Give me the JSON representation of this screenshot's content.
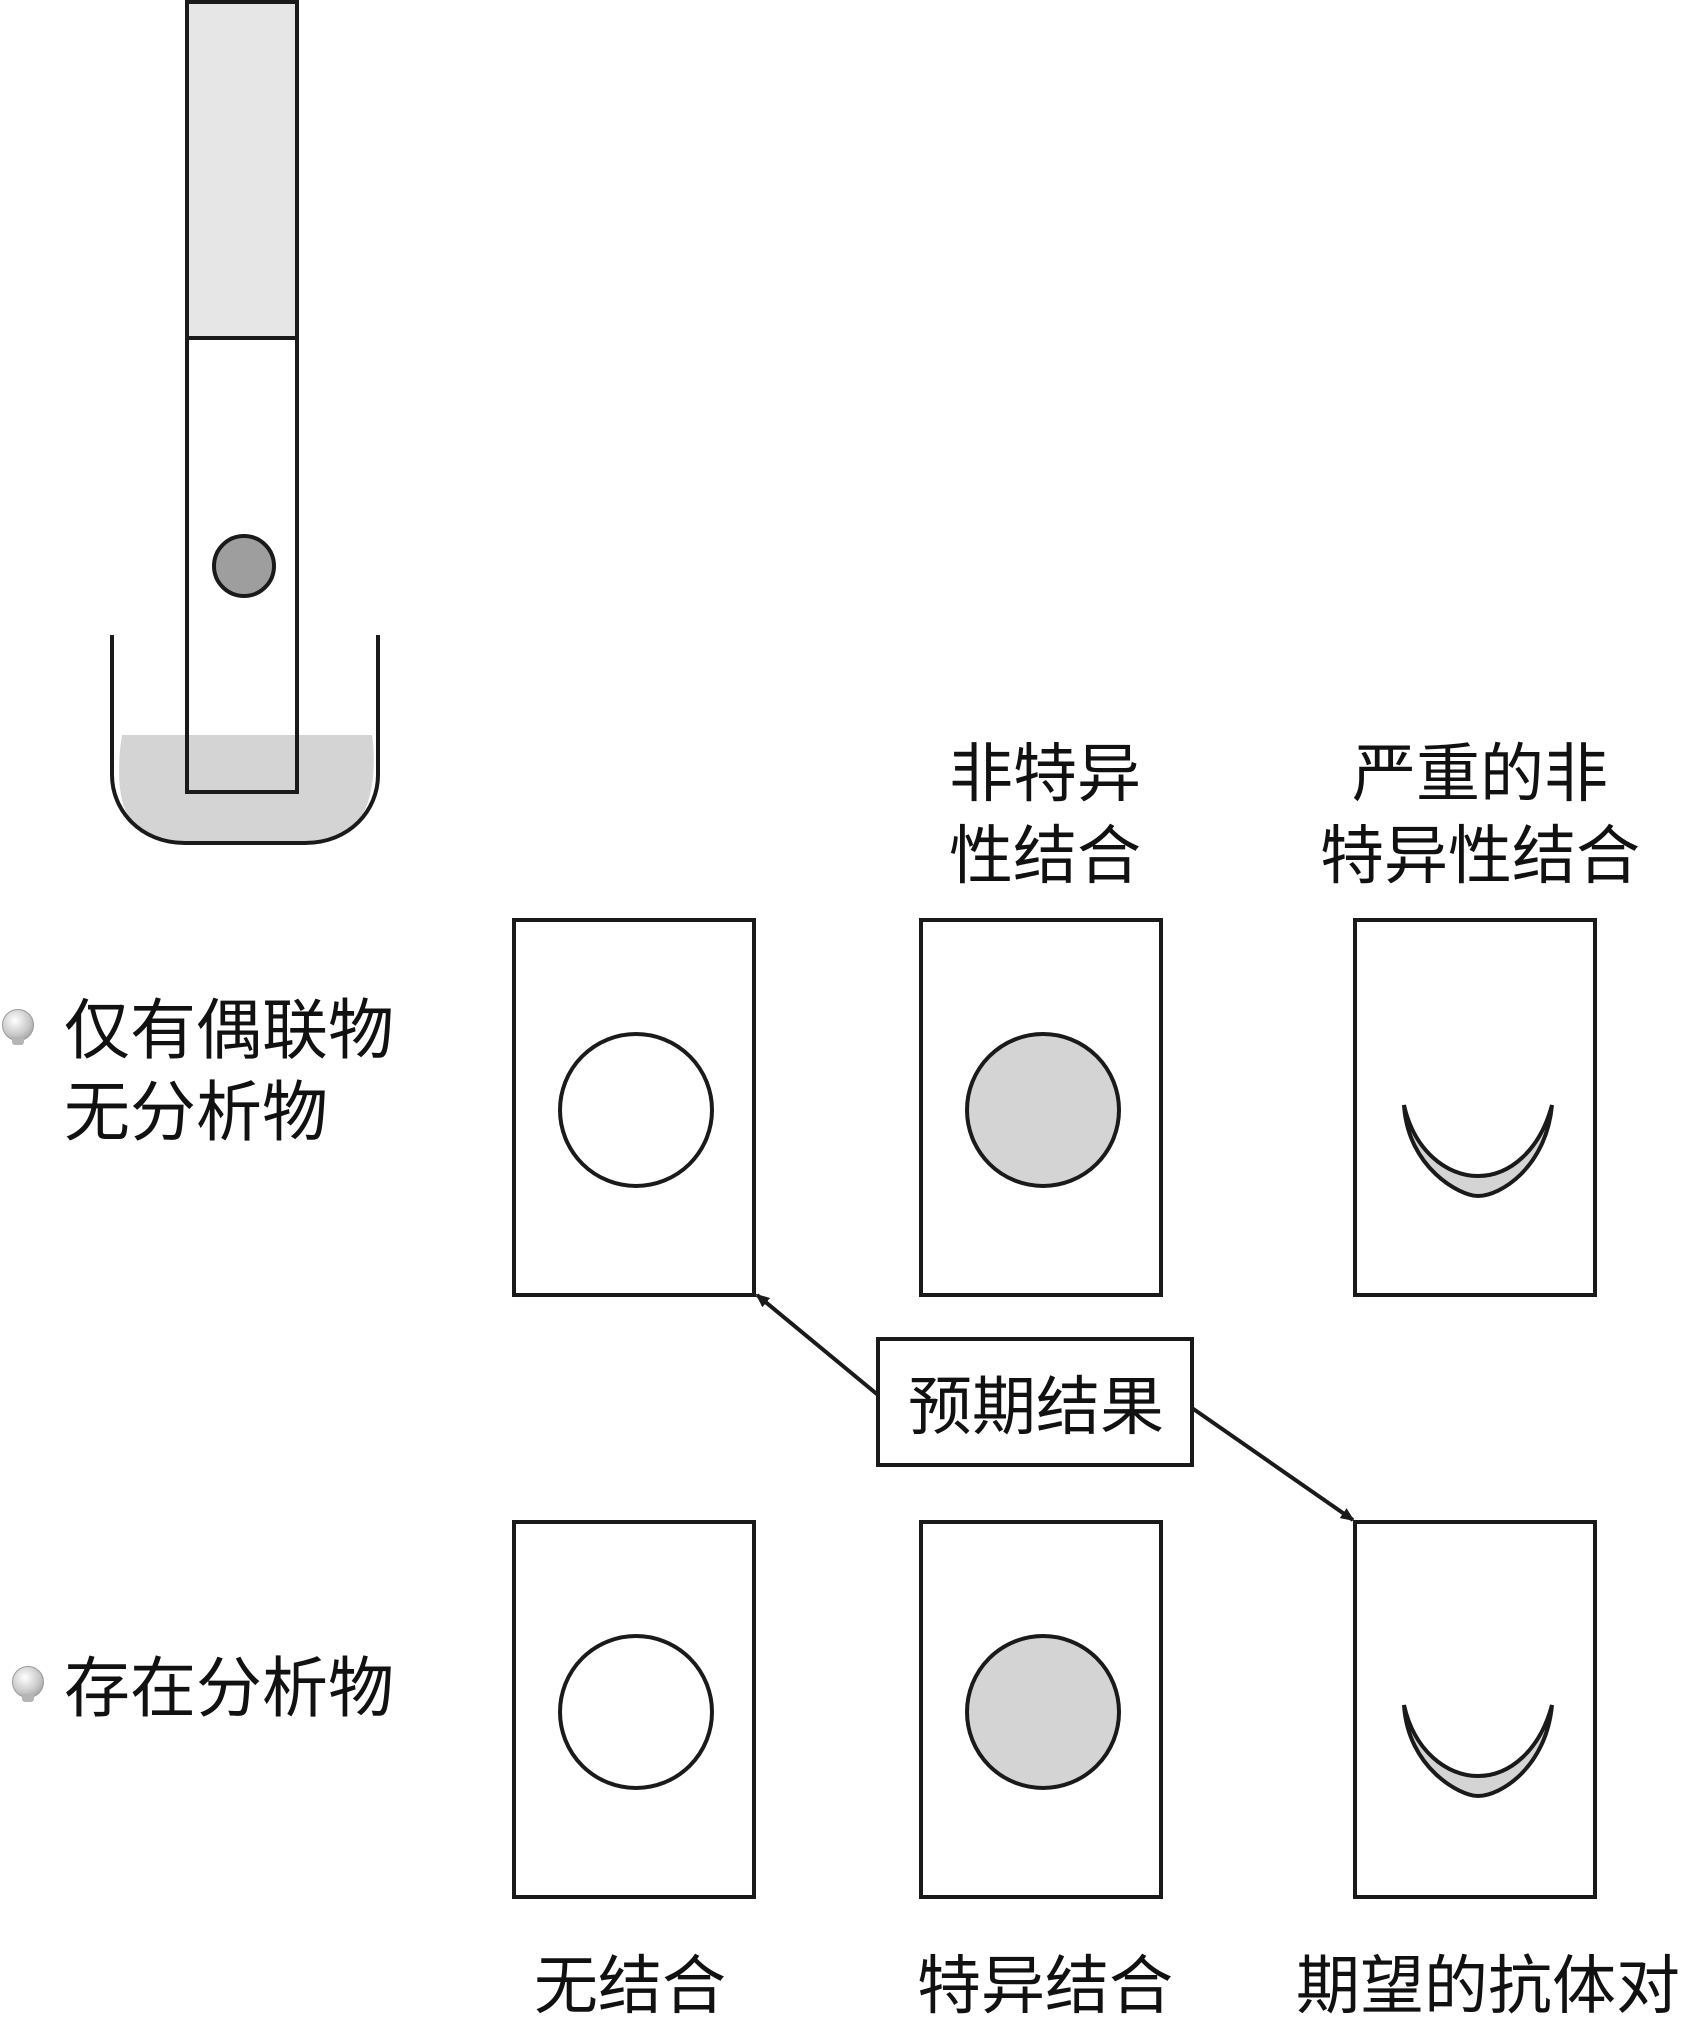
{
  "column_headers": {
    "nonspecific": [
      "非特异",
      "性结合"
    ],
    "severe_nonspecific": [
      "严重的非",
      "特异性结合"
    ]
  },
  "row_labels": {
    "conjugate_only": [
      "仅有偶联物",
      "无分析物"
    ],
    "analyte_present": [
      "存在分析物"
    ]
  },
  "callout": {
    "text": "预期结果"
  },
  "bottom_labels": {
    "no_binding": "无结合",
    "specific_binding": "特异结合",
    "desired_pair": "期望的抗体对"
  },
  "colors": {
    "stroke": "#1a1a1a",
    "fill_gray": "#d4d4d4",
    "dot_gray": "#9e9e9e"
  }
}
